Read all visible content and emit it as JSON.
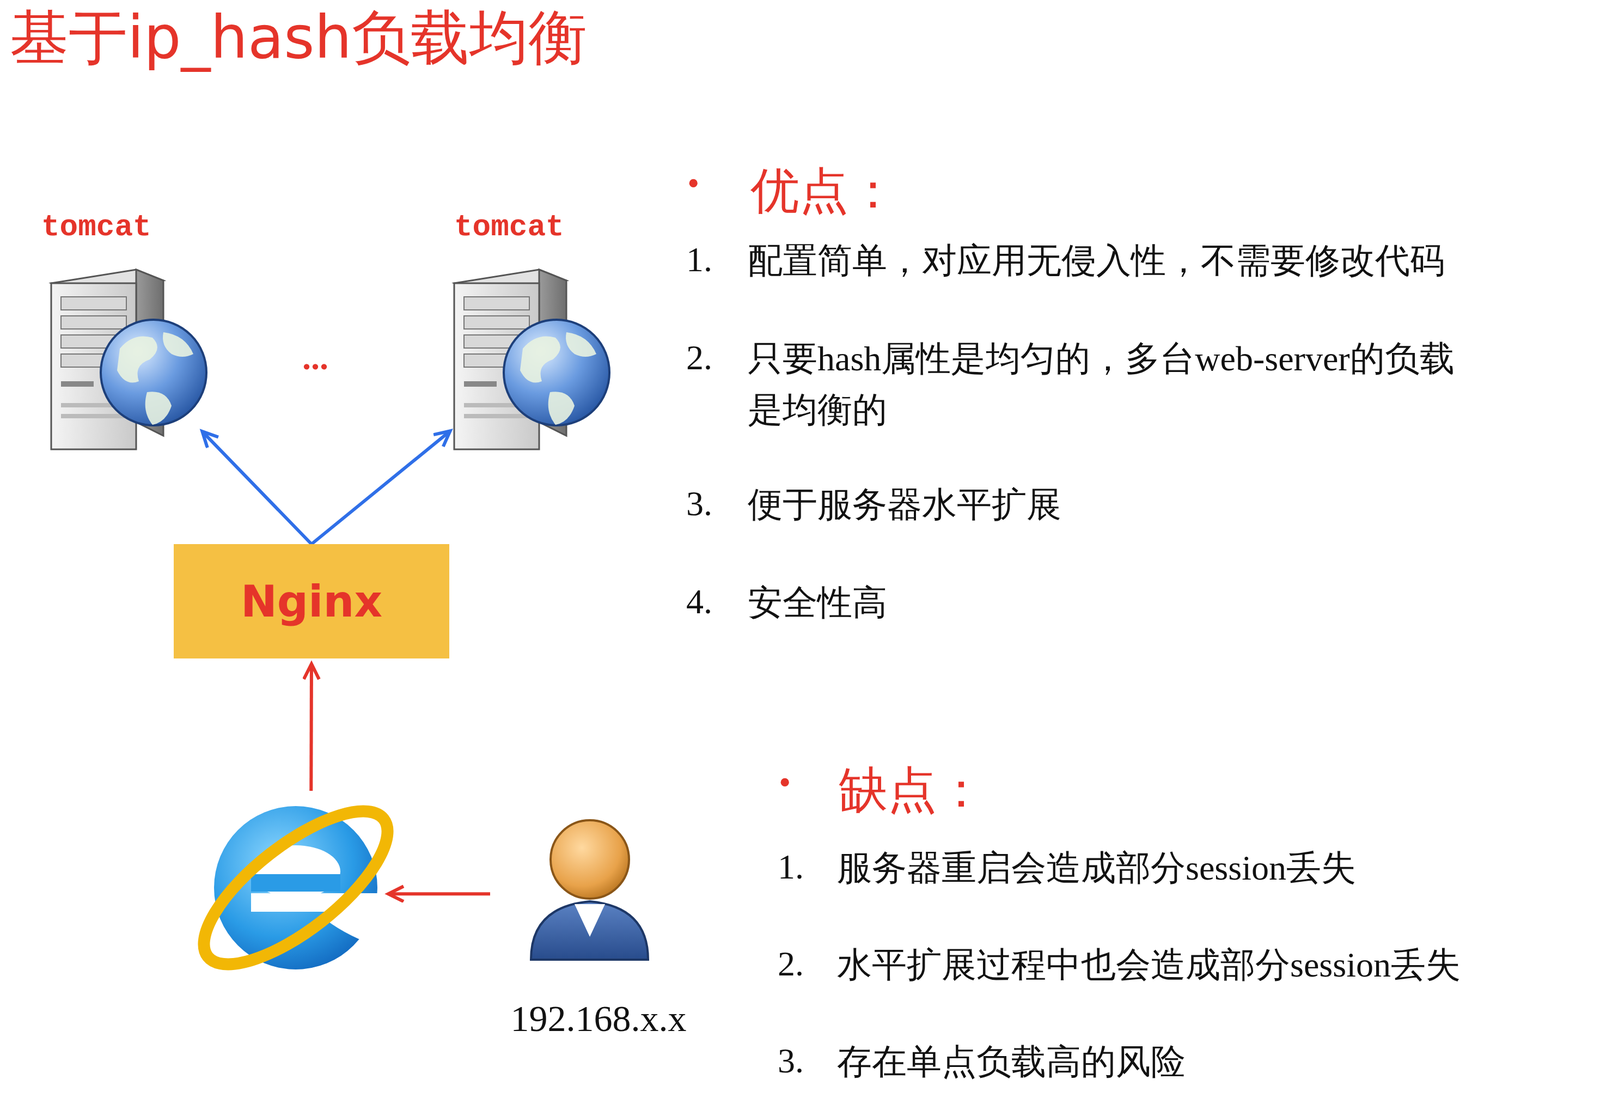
{
  "diagram": {
    "title": "基于ip_hash负载均衡",
    "nodes": [
      {
        "text": [
          "tomcat"
        ]
      },
      {
        "text": [
          "tomcat"
        ]
      },
      {
        "text": [
          "Nginx"
        ]
      },
      {
        "text": []
      },
      {
        "text": [
          "192.168.x.x"
        ]
      }
    ],
    "edges": [
      {
        "from": 2,
        "to": 0,
        "arrow": "to"
      },
      {
        "from": 2,
        "to": 1,
        "arrow": "to"
      },
      {
        "from": 3,
        "to": 2,
        "arrow": "to"
      },
      {
        "from": 4,
        "to": 3,
        "arrow": "to"
      }
    ],
    "labels": [
      "...",
      "•",
      "优点：",
      "1.",
      "配置简单，对应用无侵入性，不需要修改代码",
      "2.",
      "只要hash属性是均匀的，多台web-server的负载是均衡的",
      "3.",
      "便于服务器水平扩展",
      "4.",
      "安全性高",
      "•",
      "缺点：",
      "1.",
      "服务器重启会造成部分session丢失",
      "2.",
      "水平扩展过程中也会造成部分session丢失",
      "3.",
      "存在单点负载高的风险"
    ]
  }
}
